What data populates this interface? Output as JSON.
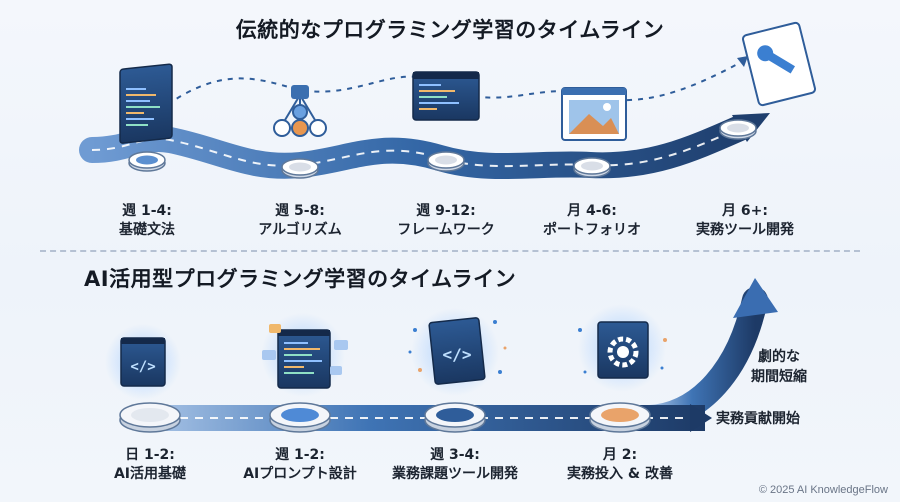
{
  "top": {
    "title": "伝統的なプログラミング学習のタイムライン",
    "steps": [
      {
        "period": "週 1-4:",
        "topic": "基礎文法"
      },
      {
        "period": "週 5-8:",
        "topic": "アルゴリズム"
      },
      {
        "period": "週 9-12:",
        "topic": "フレームワーク"
      },
      {
        "period": "月 4-6:",
        "topic": "ポートフォリオ"
      },
      {
        "period": "月 6+:",
        "topic": "実務ツール開発"
      }
    ]
  },
  "bottom": {
    "title": "AI活用型プログラミング学習のタイムライン",
    "steps": [
      {
        "period": "日 1-2:",
        "topic": "AI活用基礎"
      },
      {
        "period": "週 1-2:",
        "topic": "AIプロンプト設計"
      },
      {
        "period": "週 3-4:",
        "topic": "業務課題ツール開発"
      },
      {
        "period": "月 2:",
        "topic": "実務投入 & 改善"
      }
    ],
    "start_label": "実務貢献開始",
    "shortening_label_1": "劇的な",
    "shortening_label_2": "期間短縮"
  },
  "footer": "© 2025 AI KnowledgeFlow",
  "colors": {
    "road": "#2f5d9a",
    "road_dark": "#1f3f6e",
    "accent_orange": "#e9a36a",
    "accent_blue": "#3b7fd1"
  }
}
